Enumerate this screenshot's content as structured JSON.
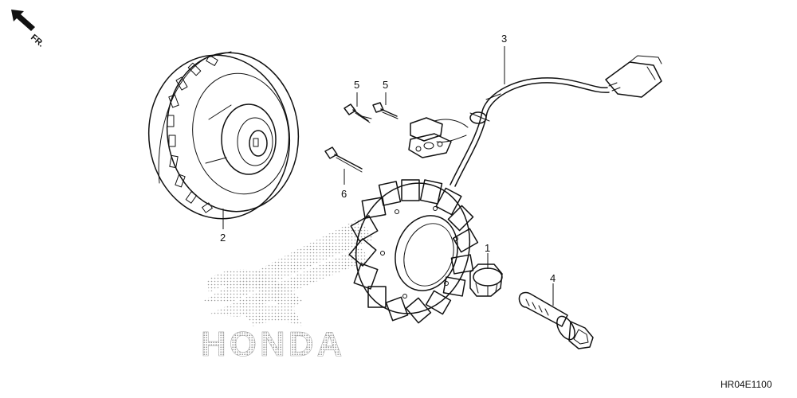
{
  "direction_label": "FR.",
  "diagram_code": "HR04E1100",
  "watermark_text": "HONDA",
  "colors": {
    "ink": "#111111",
    "watermark": "#9a9a9a",
    "background": "#ffffff"
  },
  "callouts": [
    {
      "id": "1",
      "part": "nut"
    },
    {
      "id": "2",
      "part": "flywheel"
    },
    {
      "id": "3",
      "part": "wire-harness"
    },
    {
      "id": "4",
      "part": "flange-bolt"
    },
    {
      "id": "5a",
      "label": "5",
      "part": "pulser-bolt"
    },
    {
      "id": "5b",
      "label": "5",
      "part": "pulser-bolt"
    },
    {
      "id": "6",
      "part": "stator-bolt"
    }
  ]
}
